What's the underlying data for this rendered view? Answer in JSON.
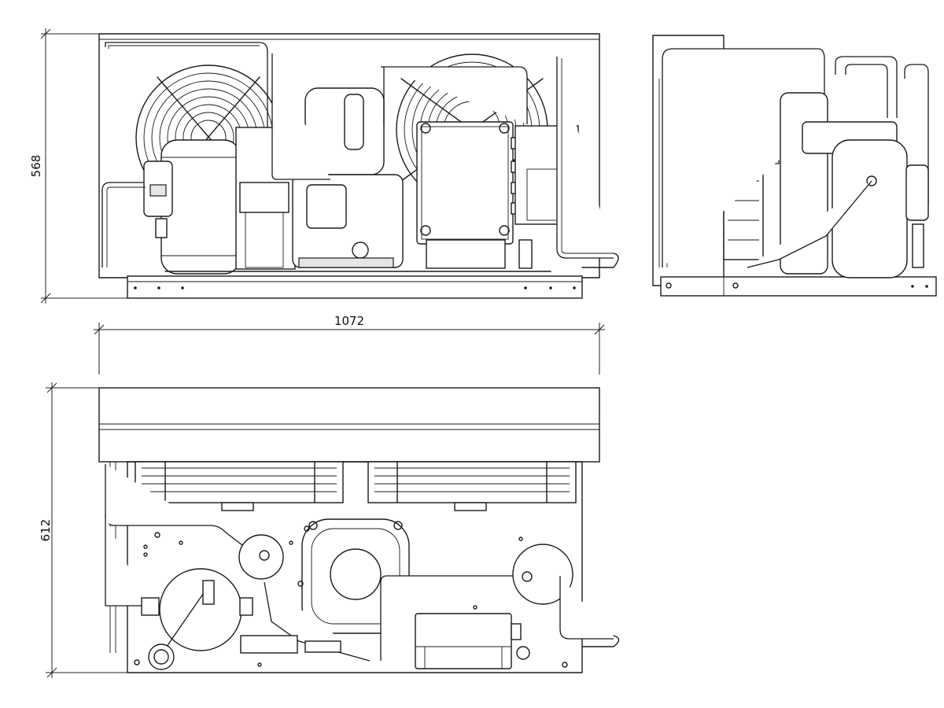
{
  "dimensions": {
    "height_front": "568",
    "width": "1072",
    "depth": "612"
  },
  "views": [
    "front-view",
    "side-view",
    "top-view"
  ]
}
